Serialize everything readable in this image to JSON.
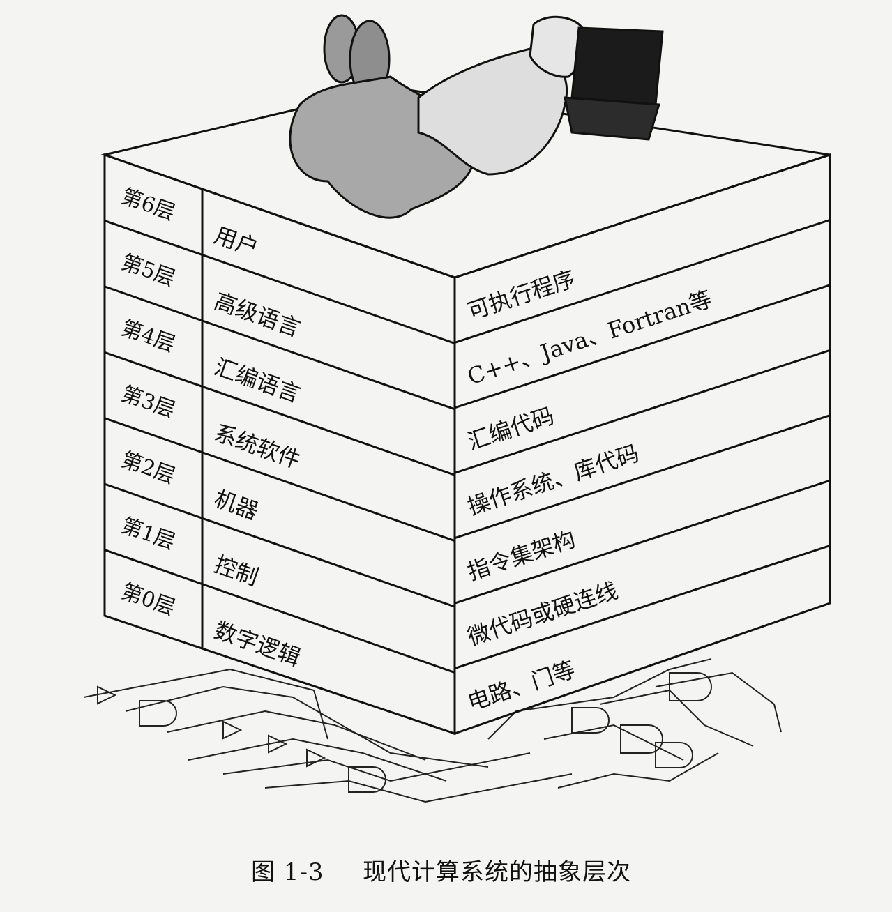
{
  "figure": {
    "caption_number": "图 1-3",
    "caption_text": "现代计算系统的抽象层次"
  },
  "layers": [
    {
      "level": "第6层",
      "name": "用户",
      "detail": "可执行程序"
    },
    {
      "level": "第5层",
      "name": "高级语言",
      "detail": "C++、Java、Fortran等"
    },
    {
      "level": "第4层",
      "name": "汇编语言",
      "detail": "汇编代码"
    },
    {
      "level": "第3层",
      "name": "系统软件",
      "detail": "操作系统、库代码"
    },
    {
      "level": "第2层",
      "name": "机器",
      "detail": "指令集架构"
    },
    {
      "level": "第1层",
      "name": "控制",
      "detail": "微代码或硬连线"
    },
    {
      "level": "第0层",
      "name": "数字逻辑",
      "detail": "电路、门等"
    }
  ]
}
